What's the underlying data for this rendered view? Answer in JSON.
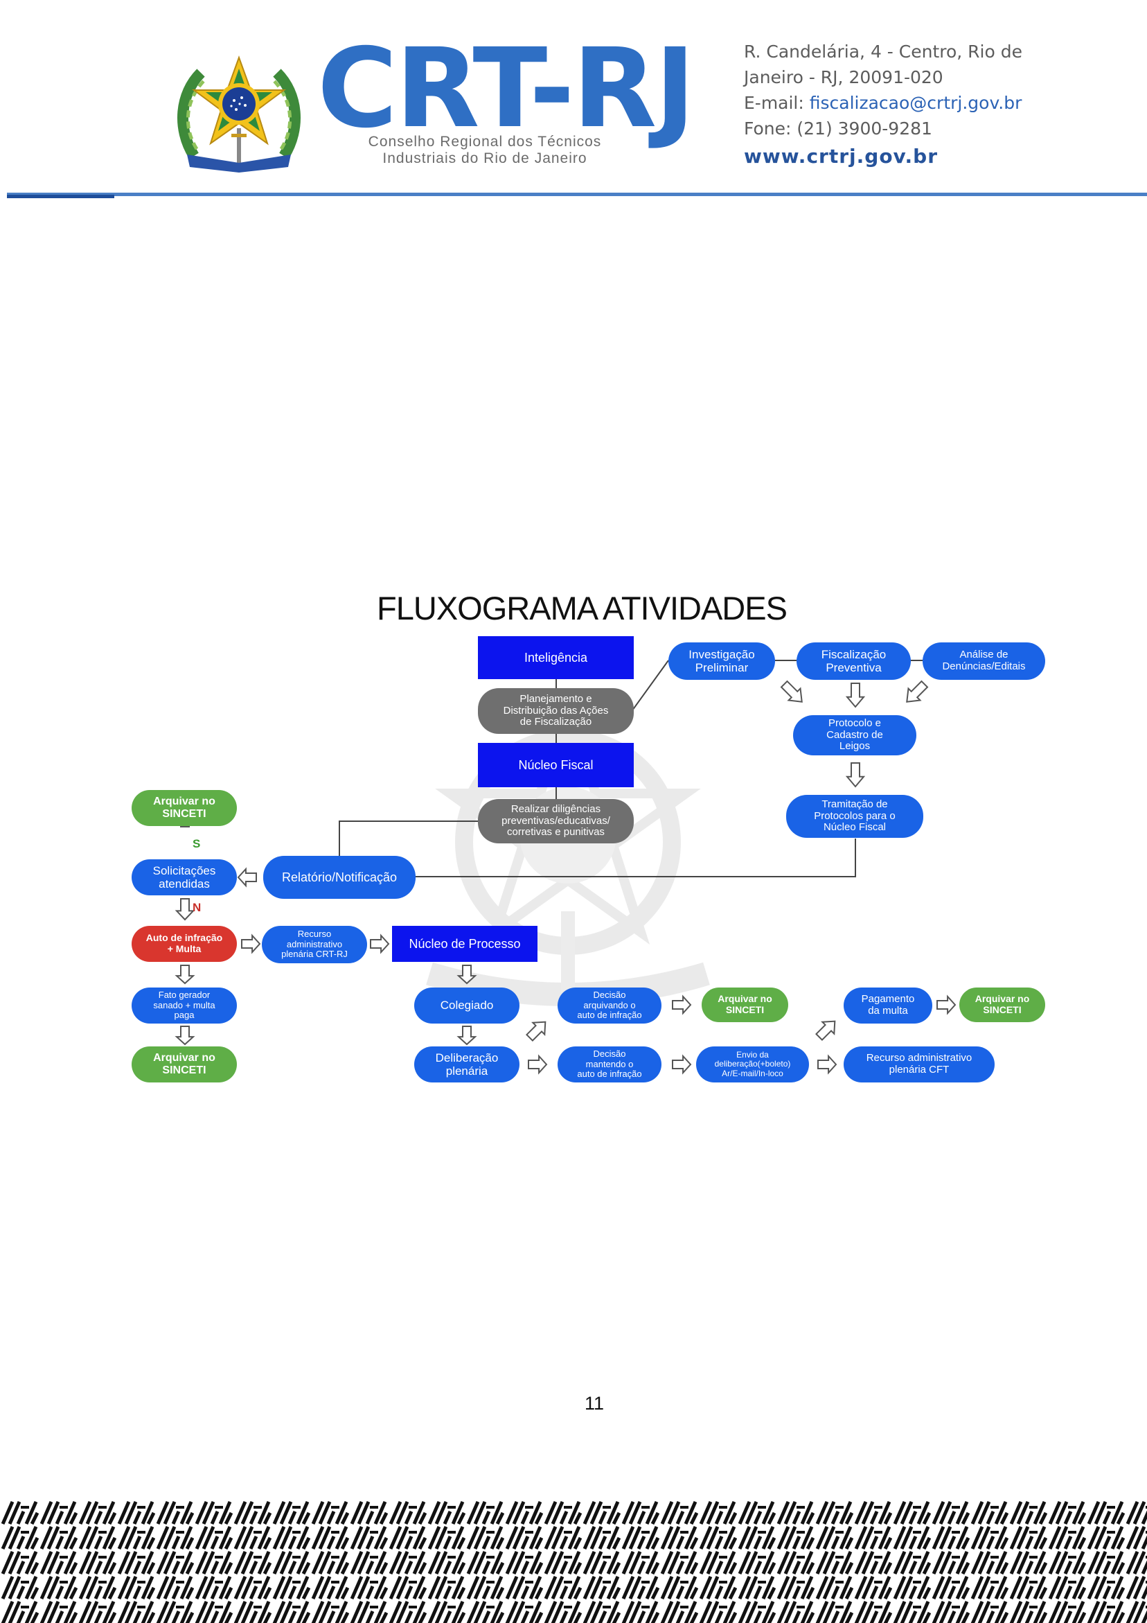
{
  "header": {
    "logo_text": "CRT-RJ",
    "logo_subtitle_1": "Conselho Regional dos Técnicos",
    "logo_subtitle_2": "Industriais do Rio de Janeiro",
    "address_1": "R. Candelária, 4 - Centro, Rio de",
    "address_2": "Janeiro - RJ, 20091-020",
    "email_label": "E-mail: ",
    "email": "fiscalizacao@crtrj.gov.br",
    "phone": "Fone: (21) 3900-9281",
    "website": "www.crtrj.gov.br"
  },
  "icons": {
    "seal": "brazil-coat-of-arms-icon",
    "watermark": "brazil-coat-of-arms-watermark-icon",
    "footer": "hatch-pattern"
  },
  "colors": {
    "square_blue": "#0c14ee",
    "pill_blue": "#1a63e6",
    "pill_gray": "#6f6f6f",
    "pill_green": "#5fae47",
    "pill_red": "#d9362e",
    "brand_blue": "#2f6fc4"
  },
  "flowchart": {
    "title": "FLUXOGRAMA ATIVIDADES",
    "nodes": {
      "inteligencia": [
        "Inteligência"
      ],
      "planejamento": [
        "Planejamento e",
        "Distribuição das Ações",
        "de Fiscalização"
      ],
      "nucleo_fiscal": [
        "Núcleo Fiscal"
      ],
      "realizar": [
        "Realizar diligências",
        "preventivas/educativas/",
        "corretivas e punitivas"
      ],
      "investigacao": [
        "Investigação",
        "Preliminar"
      ],
      "fiscalizacao": [
        "Fiscalização",
        "Preventiva"
      ],
      "analise": [
        "Análise de",
        "Denúncias/Editais"
      ],
      "protocolo": [
        "Protocolo e",
        "Cadastro de",
        "Leigos"
      ],
      "tramitacao": [
        "Tramitação de",
        "Protocolos para o",
        "Núcleo Fiscal"
      ],
      "relatorio": [
        "Relatório/Notificação"
      ],
      "arquivar_top": [
        "Arquivar no",
        "SINCETI"
      ],
      "solicitacoes": [
        "Solicitações",
        "atendidas"
      ],
      "auto": [
        "Auto de infração",
        "+ Multa"
      ],
      "recurso_crt": [
        "Recurso",
        "administrativo",
        "plenária CRT-RJ"
      ],
      "nucleo_processo": [
        "Núcleo de Processo"
      ],
      "fato": [
        "Fato gerador",
        "sanado + multa",
        "paga"
      ],
      "arquivar_bottom": [
        "Arquivar no",
        "SINCETI"
      ],
      "colegiado": [
        "Colegiado"
      ],
      "deliberacao": [
        "Deliberação",
        "plenária"
      ],
      "decisao_arquivando": [
        "Decisão",
        "arquivando o",
        "auto de infração"
      ],
      "decisao_mantendo": [
        "Decisão",
        "mantendo o",
        "auto de infração"
      ],
      "arquivar_mid": [
        "Arquivar no",
        "SINCETI"
      ],
      "envio": [
        "Envio da",
        "deliberação(+boleto)",
        "Ar/E-mail/In-loco"
      ],
      "pagamento": [
        "Pagamento",
        "da multa"
      ],
      "arquivar_right": [
        "Arquivar no",
        "SINCETI"
      ],
      "recurso_cft": [
        "Recurso administrativo",
        "plenária CFT"
      ]
    },
    "label_s": "S",
    "label_n": "N"
  },
  "page_number": "11"
}
